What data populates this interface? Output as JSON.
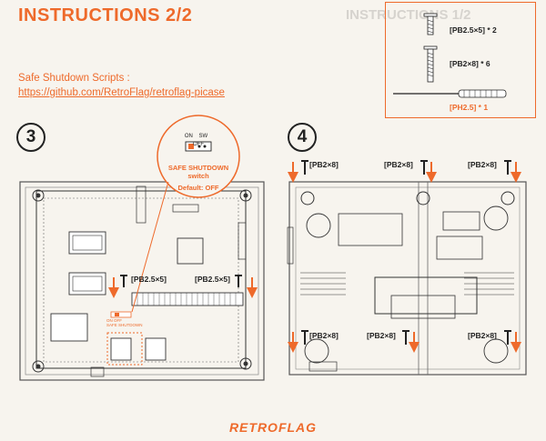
{
  "header": {
    "title": "INSTRUCTIONS 2/2"
  },
  "scripts": {
    "label": "Safe Shutdown Scripts :",
    "url": "https://github.com/RetroFlag/retroflag-picase"
  },
  "screws": [
    {
      "label": "[PB2.5×5] * 2"
    },
    {
      "label": "[PB2×8] * 6"
    },
    {
      "label": "[PH2.5] * 1"
    }
  ],
  "step3": {
    "number": "3",
    "callout": {
      "on": "ON",
      "sw": "SW",
      "off": "OFF",
      "title": "SAFE SHUTDOWN",
      "title2": "switch",
      "default": "Default: OFF"
    },
    "labels": [
      "[PB2.5×5]",
      "[PB2.5×5]"
    ],
    "board_text": "SAFE SHUTDOWN",
    "board_on": "ON",
    "board_off": "OFF"
  },
  "step4": {
    "number": "4",
    "labels": [
      "[PB2×8]",
      "[PB2×8]",
      "[PB2×8]",
      "[PB2×8]",
      "[PB2×8]",
      "[PB2×8]"
    ]
  },
  "brand": {
    "logo": "RETROFLAG"
  },
  "colors": {
    "accent": "#ee6a2b",
    "ink": "#222222",
    "paper": "#f7f4ee"
  }
}
